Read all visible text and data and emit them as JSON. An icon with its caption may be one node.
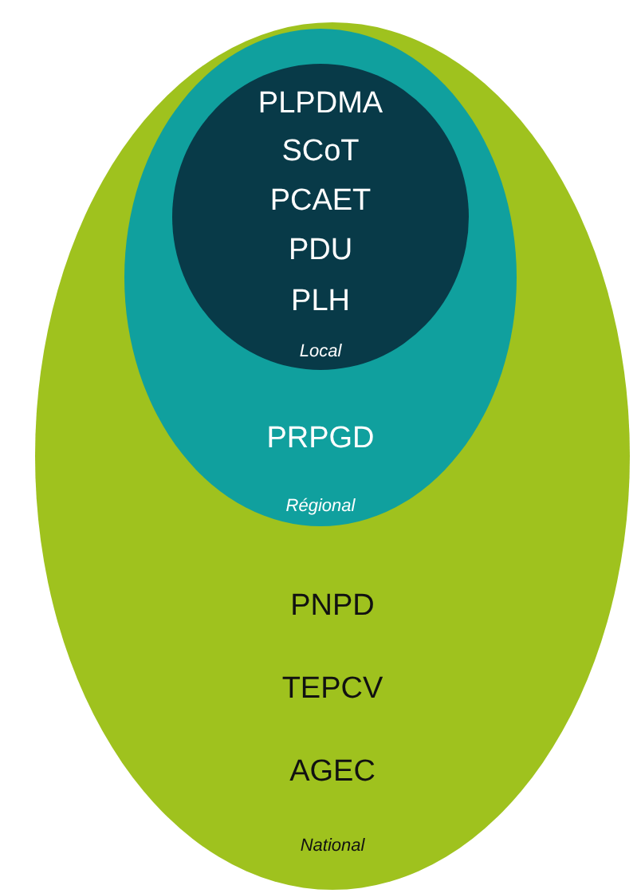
{
  "diagram": {
    "nodes": [
      {
        "text": [
          "PNPD",
          "TEPCV",
          "AGEC",
          "National"
        ]
      },
      {
        "text": [
          "PRPGD",
          "Régional"
        ],
        "in": 0
      },
      {
        "text": [
          "PLPDMA",
          "SCoT",
          "PCAET",
          "PDU",
          "PLH",
          "Local"
        ],
        "in": 1
      }
    ]
  }
}
